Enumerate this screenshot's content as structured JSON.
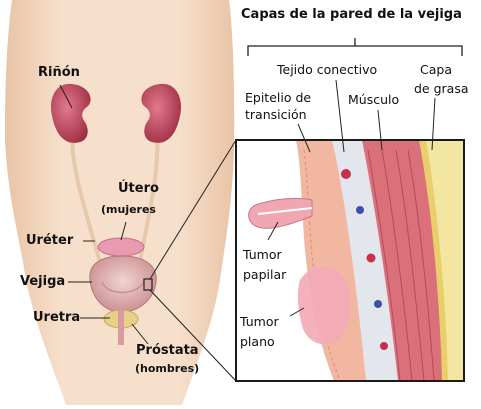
{
  "title": "Capas de la pared de la vejiga",
  "anatomy_labels": {
    "kidney": "Riñón",
    "uterus": "Útero",
    "uterus_note": "(mujeres",
    "ureter": "Uréter",
    "bladder": "Vejiga",
    "urethra": "Uretra",
    "prostate": "Próstata",
    "prostate_note": "(hombres)"
  },
  "layer_labels": {
    "connective_tissue": "Tejido conectivo",
    "fat_layer_line1": "Capa",
    "fat_layer_line2": "de grasa",
    "epithelium_line1": "Epitelio de",
    "epithelium_line2": "transición",
    "muscle": "Músculo"
  },
  "tumor_labels": {
    "papillary_line1": "Tumor",
    "papillary_line2": "papilar",
    "flat_line1": "Tumor",
    "flat_line2": "plano"
  },
  "colors": {
    "skin": "#f3d7bf",
    "kidney": "#b43b52",
    "bladder": "#d9a6a6",
    "muscle": "#d9707a",
    "connective": "#e4e6ee",
    "fat": "#e9d27a",
    "epithelium": "#f2b7a0",
    "tumor": "#f0a7b2",
    "frame": "#1a1a1a"
  }
}
